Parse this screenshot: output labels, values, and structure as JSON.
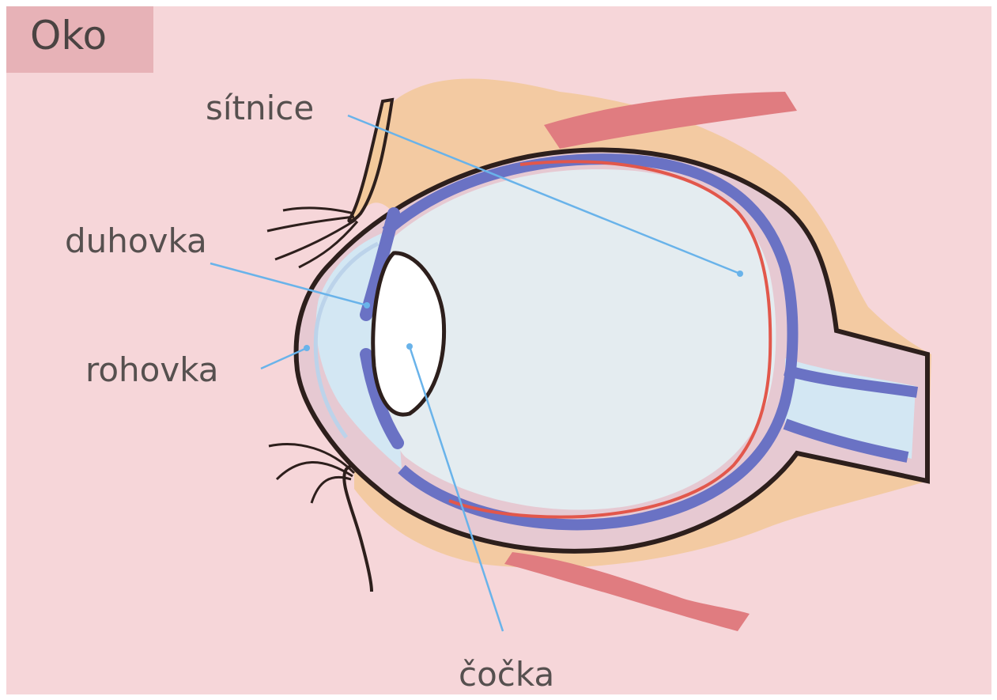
{
  "title": "Oko",
  "labels": {
    "retina": "sítnice",
    "iris": "duhovka",
    "cornea": "rohovka",
    "lens": "čočka"
  },
  "colors": {
    "background": "#f6d6d9",
    "title_box": "#e7b2b7",
    "fat_tissue": "#f3c99b",
    "muscle": "#e07c80",
    "sclera_outline": "#2d1f1c",
    "choroid": "#6a72c4",
    "retina": "#e2574b",
    "vitreous": "#e4ecf0",
    "aqueous": "#d3e7f3",
    "leader_line": "#69b3ea"
  }
}
